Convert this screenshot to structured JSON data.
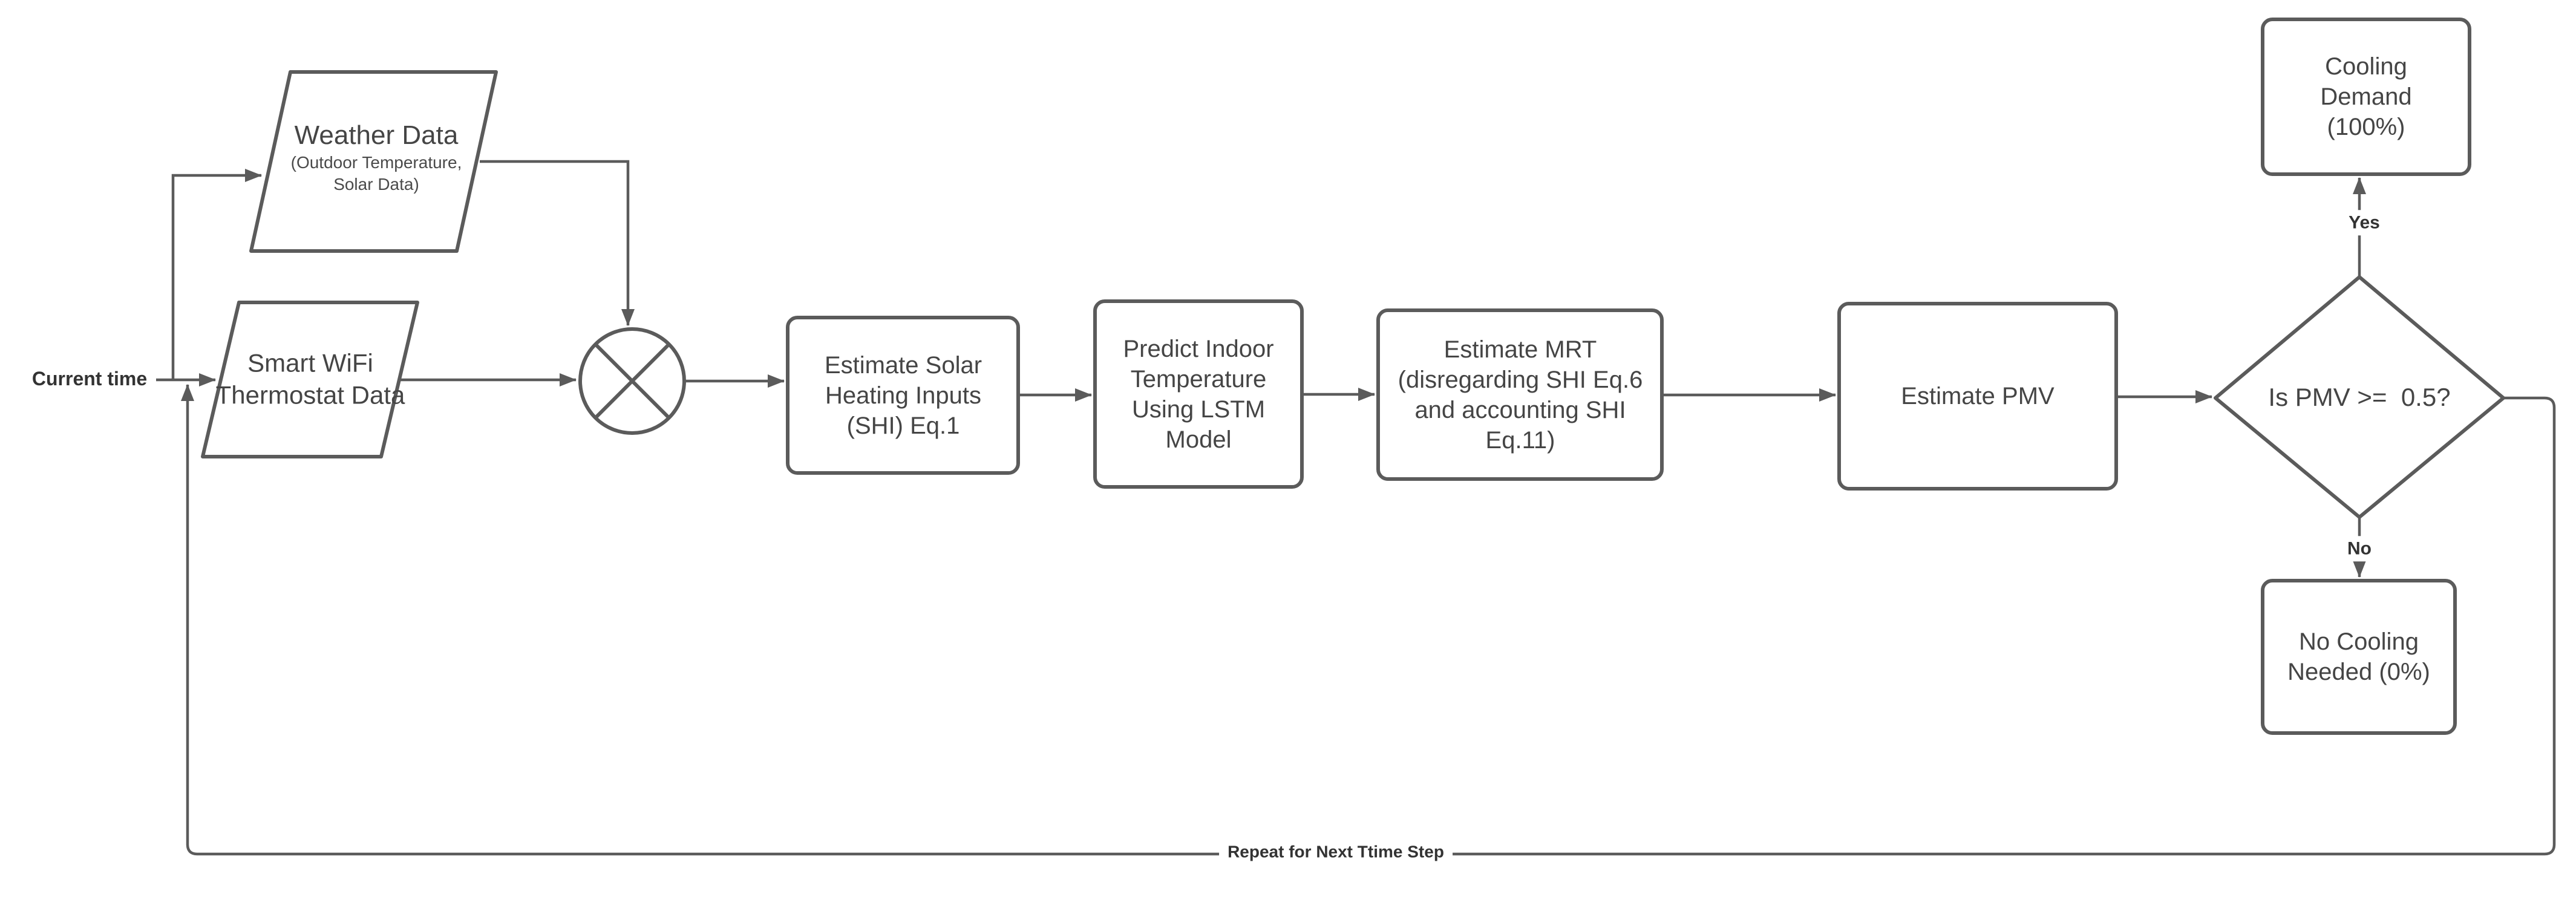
{
  "diagram": {
    "type": "flowchart",
    "colors": {
      "stroke": "#5b5b5b",
      "text": "#454545",
      "bold_text": "#333333",
      "background": "#ffffff"
    },
    "labels": {
      "input": "Current time",
      "yes": "Yes",
      "no": "No",
      "repeat": "Repeat for Next Ttime Step"
    },
    "nodes": {
      "weather": {
        "shape": "parallelogram",
        "title": "Weather Data",
        "subtitle": "(Outdoor Temperature, Solar Data)"
      },
      "thermostat": {
        "shape": "parallelogram",
        "label": "Smart WiFi Thermostat Data"
      },
      "combiner": {
        "shape": "circle-x-junction",
        "label": ""
      },
      "shi": {
        "shape": "process",
        "label": "Estimate Solar Heating Inputs (SHI) Eq.1"
      },
      "lstm": {
        "shape": "process",
        "label": "Predict Indoor Temperature Using LSTM Model"
      },
      "mrt": {
        "shape": "process",
        "label": "Estimate MRT (disregarding SHI Eq.6 and accounting SHI Eq.11)"
      },
      "pmv": {
        "shape": "process",
        "label": "Estimate PMV"
      },
      "decision": {
        "shape": "diamond",
        "label": "Is PMV >=  0.5?"
      },
      "cooling": {
        "shape": "terminator",
        "label": "Cooling Demand (100%)"
      },
      "nocooling": {
        "shape": "terminator",
        "label": "No Cooling Needed (0%)"
      }
    },
    "edges": [
      "Current time -> Weather Data",
      "Current time -> Smart WiFi Thermostat Data",
      "Weather Data -> combiner",
      "Smart WiFi Thermostat Data -> combiner",
      "combiner -> Estimate Solar Heating Inputs (SHI) Eq.1",
      "Estimate Solar Heating Inputs (SHI) Eq.1 -> Predict Indoor Temperature Using LSTM Model",
      "Predict Indoor Temperature Using LSTM Model -> Estimate MRT",
      "Estimate MRT -> Estimate PMV",
      "Estimate PMV -> Is PMV >= 0.5?",
      "Is PMV >= 0.5? -Yes-> Cooling Demand (100%)",
      "Is PMV >= 0.5? -No-> No Cooling Needed (0%)",
      "Is PMV >= 0.5? -Repeat for Next Ttime Step-> Current time"
    ]
  }
}
